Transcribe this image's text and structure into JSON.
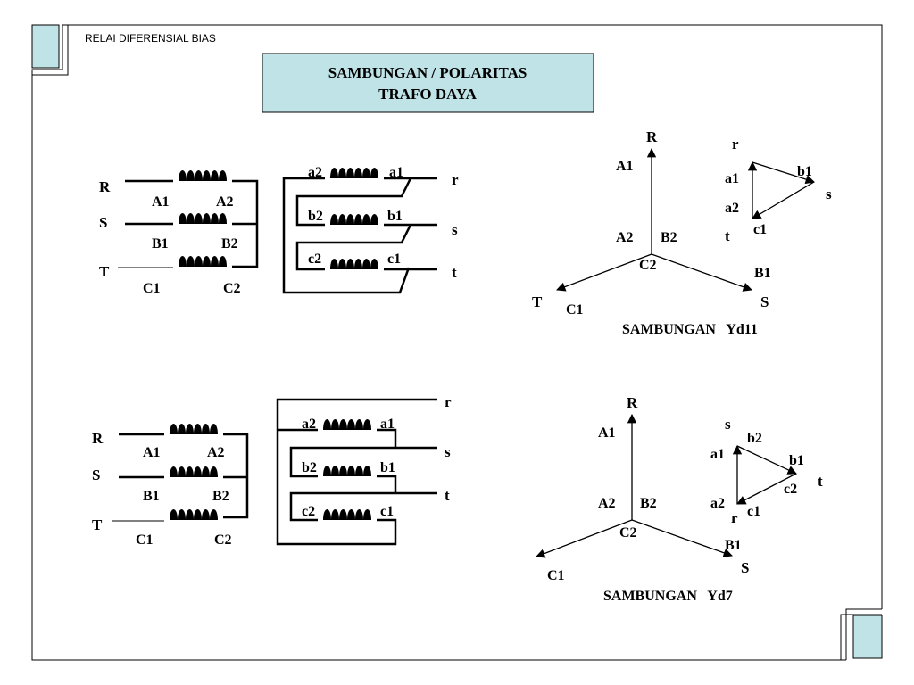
{
  "colors": {
    "accent_box": "#bfe3e6",
    "border": "#000000"
  },
  "header": {
    "label": "RELAI DIFERENSIAL BIAS"
  },
  "title": {
    "line1": "SAMBUNGAN / POLARITAS",
    "line2": "TRAFO  DAYA"
  },
  "diagram_top": {
    "primary": {
      "R": "R",
      "S": "S",
      "T": "T",
      "A1": "A1",
      "A2": "A2",
      "B1": "B1",
      "B2": "B2",
      "C1": "C1",
      "C2": "C2"
    },
    "secondary": {
      "a1": "a1",
      "a2": "a2",
      "b1": "b1",
      "b2": "b2",
      "c1": "c1",
      "c2": "c2",
      "r": "r",
      "s": "s",
      "t": "t"
    },
    "phasor": {
      "R": "R",
      "S": "S",
      "T": "T",
      "A1": "A1",
      "A2": "A2",
      "B1": "B1",
      "B2": "B2",
      "C1": "C1",
      "C2": "C2"
    },
    "triangle": {
      "r": "r",
      "s": "s",
      "t": "t",
      "a1": "a1",
      "a2": "a2",
      "b1": "b1",
      "c1": "c1"
    },
    "caption": "SAMBUNGAN   Yd11"
  },
  "diagram_bottom": {
    "primary": {
      "R": "R",
      "S": "S",
      "T": "T",
      "A1": "A1",
      "A2": "A2",
      "B1": "B1",
      "B2": "B2",
      "C1": "C1",
      "C2": "C2"
    },
    "secondary": {
      "a1": "a1",
      "a2": "a2",
      "b1": "b1",
      "b2": "b2",
      "c1": "c1",
      "c2": "c2",
      "r": "r",
      "s": "s",
      "t": "t"
    },
    "phasor": {
      "R": "R",
      "S": "S",
      "A1": "A1",
      "A2": "A2",
      "B1": "B1",
      "B2": "B2",
      "C1": "C1",
      "C2": "C2"
    },
    "triangle": {
      "r": "r",
      "s": "s",
      "t": "t",
      "a1": "a1",
      "a2": "a2",
      "b1": "b1",
      "b2": "b2",
      "c1": "c1",
      "c2": "c2"
    },
    "caption": "SAMBUNGAN   Yd7"
  }
}
